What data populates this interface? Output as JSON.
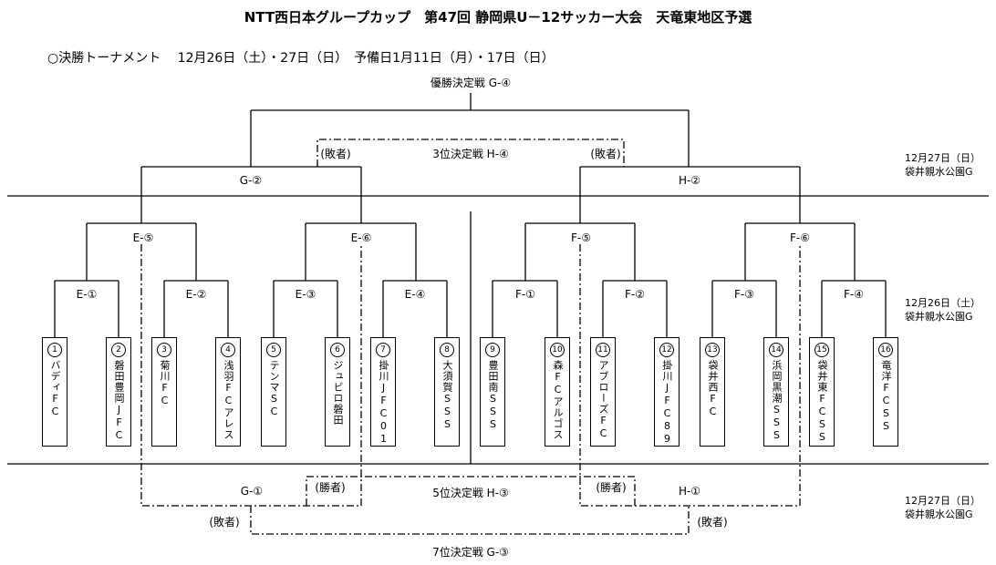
{
  "header": {
    "title": "NTT西日本グループカップ　第47回 静岡県U－12サッカー大会　天竜東地区予選",
    "subtitle": "○決勝トーナメント　 12月26日（土）・27日（日）　予備日1月11日（月）・17日（日）"
  },
  "matches": {
    "final": "優勝決定戦 G-④",
    "third": "3位決定戦 H-④",
    "fifth": "5位決定戦 H-③",
    "seventh": "7位決定戦 G-③",
    "g2": "G-②",
    "h2": "H-②",
    "e5": "E-⑤",
    "e6": "E-⑥",
    "f5": "F-⑤",
    "f6": "F-⑥",
    "e1": "E-①",
    "e2": "E-②",
    "e3": "E-③",
    "e4": "E-④",
    "f1": "F-①",
    "f2": "F-②",
    "f3": "F-③",
    "f4": "F-④",
    "g1": "G-①",
    "h1": "H-①"
  },
  "notes": {
    "loser_left": "(敗者)",
    "loser_right": "(敗者)",
    "winner_left": "(勝者)",
    "winner_right": "(勝者)",
    "loser_bottom_left": "(敗者)",
    "loser_bottom_right": "(敗者)"
  },
  "schedule": {
    "top_date": "12月27日（日）",
    "top_venue": "袋井親水公園G",
    "mid_date": "12月26日（土）",
    "mid_venue": "袋井親水公園G",
    "bottom_date": "12月27日（日）",
    "bottom_venue": "袋井親水公園G"
  },
  "teams": [
    {
      "num": "1",
      "name": "バディFC"
    },
    {
      "num": "2",
      "name": "磐田豊岡JFC"
    },
    {
      "num": "3",
      "name": "菊川FC"
    },
    {
      "num": "4",
      "name": "浅羽FCアレス"
    },
    {
      "num": "5",
      "name": "テンマSC"
    },
    {
      "num": "6",
      "name": "ジュビロ磐田"
    },
    {
      "num": "7",
      "name": "掛川JFC01"
    },
    {
      "num": "8",
      "name": "大須賀SSS"
    },
    {
      "num": "9",
      "name": "豊田南SSS"
    },
    {
      "num": "10",
      "name": "森FCアルゴス"
    },
    {
      "num": "11",
      "name": "アブローズFC"
    },
    {
      "num": "12",
      "name": "掛川JFC89"
    },
    {
      "num": "13",
      "name": "袋井西FC"
    },
    {
      "num": "14",
      "name": "浜岡黒潮SSS"
    },
    {
      "num": "15",
      "name": "袋井東FCSS"
    },
    {
      "num": "16",
      "name": "竜洋FCSS"
    }
  ]
}
